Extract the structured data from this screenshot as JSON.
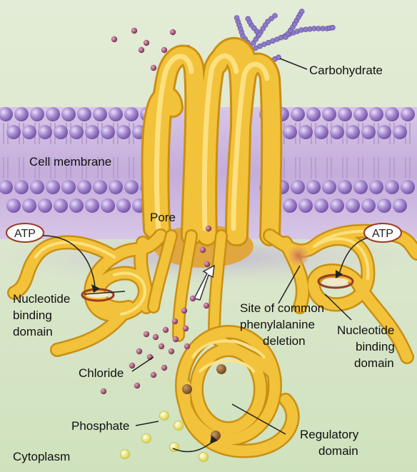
{
  "labels": {
    "carbohydrate": "Carbohydrate",
    "cell_membrane": "Cell membrane",
    "pore": "Pore",
    "atp_left": "ATP",
    "atp_right": "ATP",
    "nbd_left": [
      "Nucleotide",
      "binding",
      "domain"
    ],
    "nbd_right": [
      "Nucleotide",
      "binding",
      "domain"
    ],
    "site": [
      "Site of common",
      "phenylalanine",
      "deletion"
    ],
    "chloride": "Chloride",
    "phosphate": "Phosphate",
    "regulatory": [
      "Regulatory",
      "domain"
    ],
    "cytoplasm": "Cytoplasm"
  },
  "colors": {
    "background_top": "#dfe9d2",
    "background_bottom": "#d4e4c2",
    "membrane_band": "#c9b3dd",
    "lipid_head": "#9c7ec7",
    "protein": "#f2c23a",
    "protein_light": "#ffe487",
    "protein_dark": "#c98f14",
    "carbohydrate": "#8d7ac8",
    "chloride": "#8b3a5e",
    "phosphate": "#f0ec6a",
    "atp_ring": "#9c3a22"
  }
}
